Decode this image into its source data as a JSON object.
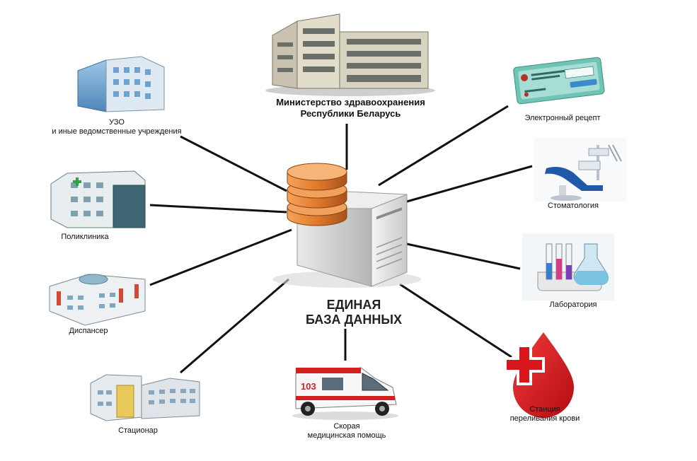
{
  "center": {
    "line1": "ЕДИНАЯ",
    "line2": "БАЗА ДАННЫХ"
  },
  "nodes": {
    "ministry": {
      "line1": "Министерство здравоохранения",
      "line2": "Республики Беларусь"
    },
    "uzo": {
      "line1": "УЗО",
      "line2": "и иные ведомственные учреждения"
    },
    "polyclinic": {
      "line1": "Поликлиника"
    },
    "dispensary": {
      "line1": "Диспансер"
    },
    "hospital": {
      "line1": "Стационар"
    },
    "ambulance": {
      "line1": "Скорая",
      "line2": "медицинская помощь",
      "vehicle_number": "103"
    },
    "blood": {
      "line1": "Станция",
      "line2": "переливания крови"
    },
    "laboratory": {
      "line1": "Лаборатория"
    },
    "dentistry": {
      "line1": "Стоматология"
    },
    "eprescription": {
      "line1": "Электронный рецепт"
    }
  },
  "colors": {
    "connector": "#111111",
    "db_orange": "#e07a2b",
    "cross_red": "#d8161c"
  }
}
